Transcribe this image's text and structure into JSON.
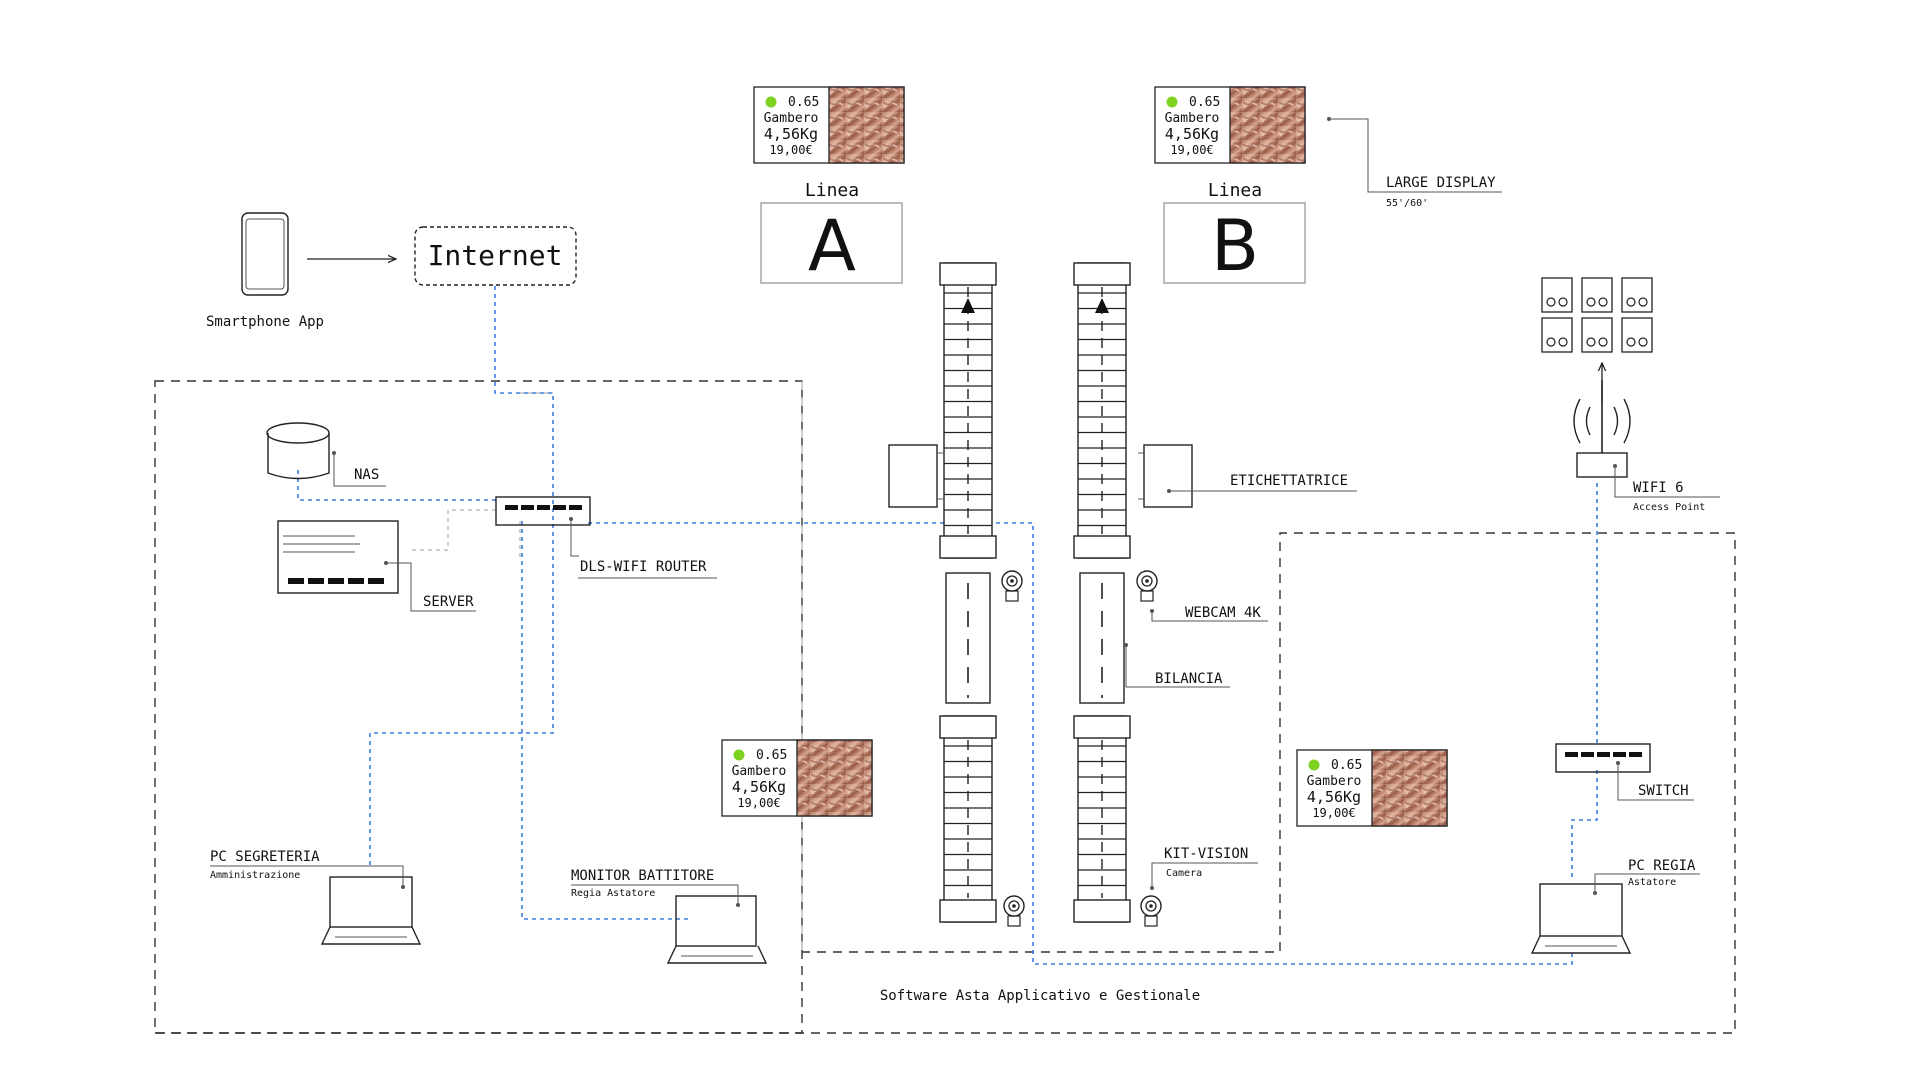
{
  "internet": {
    "label": "Internet"
  },
  "smartphone": {
    "label": "Smartphone App"
  },
  "nas": {
    "label": "NAS"
  },
  "server": {
    "label": "SERVER"
  },
  "router": {
    "label": "DLS-WIFI ROUTER"
  },
  "pc_segreteria": {
    "label": "PC SEGRETERIA",
    "sub": "Amministrazione"
  },
  "monitor_battitore": {
    "label": "MONITOR BATTITORE",
    "sub": "Regia Astatore"
  },
  "footer": {
    "label": "Software Asta Applicativo e Gestionale"
  },
  "lines": [
    {
      "caption": "Linea",
      "letter": "A"
    },
    {
      "caption": "Linea",
      "letter": "B"
    }
  ],
  "display_card": {
    "price": "0.65",
    "product": "Gambero",
    "weight": "4,56Kg",
    "total": "19,00€",
    "dot_color": "#7ed321"
  },
  "large_display": {
    "label": "LARGE DISPLAY",
    "sub": "55'/60'"
  },
  "etichettatrice": {
    "label": "ETICHETTATRICE"
  },
  "webcam": {
    "label": "WEBCAM 4K"
  },
  "bilancia": {
    "label": "BILANCIA"
  },
  "kit_vision": {
    "label": "KIT-VISION",
    "sub": "Camera"
  },
  "wifi": {
    "label": "WIFI 6",
    "sub": "Access Point"
  },
  "switch": {
    "label": "SWITCH"
  },
  "pc_regia": {
    "label": "PC REGIA",
    "sub": "Astatore"
  },
  "colors": {
    "network_link": "#3b7be0",
    "secondary_link": "#bdbdbd",
    "stroke": "#222222"
  }
}
